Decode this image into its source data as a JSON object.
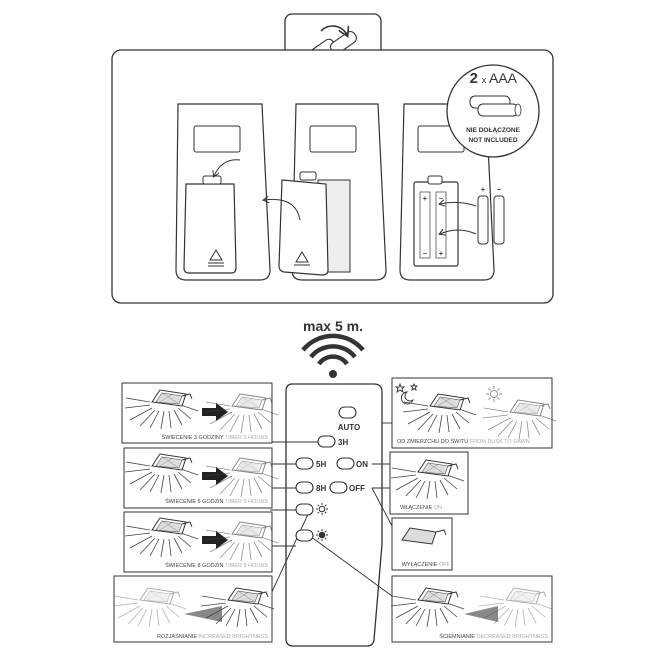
{
  "top": {
    "battery_count": "2",
    "battery_multiplier": "x",
    "battery_type": "AAA",
    "not_included_pl": "NIE DOŁĄCZONE",
    "not_included_en": "NOT INCLUDED",
    "plus_sign": "+",
    "minus_sign": "−"
  },
  "range": {
    "label": "max 5 m."
  },
  "remote": {
    "buttons": {
      "auto": "AUTO",
      "h3": "3H",
      "h5": "5H",
      "on": "ON",
      "h8": "8H",
      "off": "OFF"
    },
    "icons": [
      "brightness-increase-icon",
      "brightness-decrease-icon"
    ]
  },
  "panels": {
    "timer3": {
      "pl": "ŚWIECENIE 3 GODZINY",
      "en": "TIMER 3 HOURS"
    },
    "timer5": {
      "pl": "ŚWIECENIE 5 GODZIN",
      "en": "TIMER 5 HOURS"
    },
    "timer8": {
      "pl": "ŚWIECENIE 8 GODZIN",
      "en": "TIMER 8 HOURS"
    },
    "increase": {
      "pl": "ROZJAŚNIANIE",
      "en": "INCREASED BRIGHTNESS"
    },
    "dusk": {
      "pl": "OD ZMIERZCHU DO ŚWITU",
      "en": "FROM DUSK TO DAWN"
    },
    "on": {
      "pl": "WŁĄCZENIE",
      "en": "ON"
    },
    "off": {
      "pl": "WYŁĄCZENIE",
      "en": "OFF"
    },
    "decrease": {
      "pl": "ŚCIEMNIANIE",
      "en": "DECREASED BRIGHTNESS"
    }
  },
  "colors": {
    "line": "#3a3a3a",
    "label_grey": "#aaaaaa",
    "label_dark": "#444444"
  }
}
